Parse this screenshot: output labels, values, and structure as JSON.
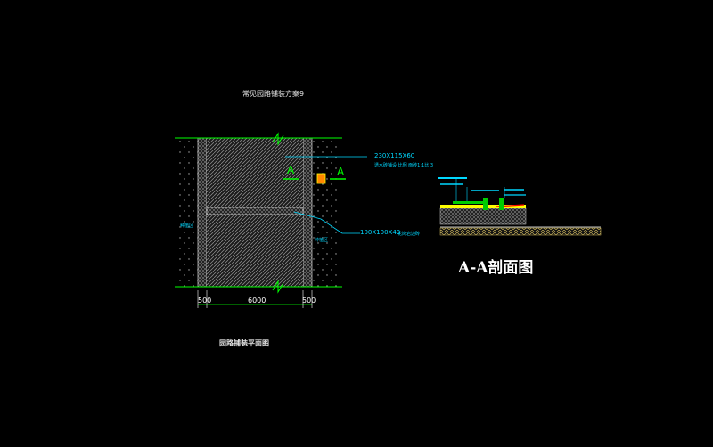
{
  "drawing": {
    "top_title": "常见园路铺装方案9",
    "plan_title": "园路铺装平面图",
    "section_title": "A-A剖面图",
    "section_marker_left": "A",
    "section_marker_right": "A",
    "note_paver": "230X115X60",
    "note_paver_spec": "透水砖铺设 比例 面砖1:1比 3",
    "note_border": "100X100X40",
    "note_border_spec": "花岗岩边砖",
    "side_label_left": "种植区",
    "side_label_right": "种植区",
    "dim_left": "500",
    "dim_middle": "6000",
    "dim_right": "500"
  },
  "colors": {
    "background": "#000000",
    "lines": "#ffffff",
    "ground_line": "#00ff00",
    "leader": "#00d8ff",
    "accent_red": "#ff0000",
    "accent_yellow": "#ffff00"
  }
}
